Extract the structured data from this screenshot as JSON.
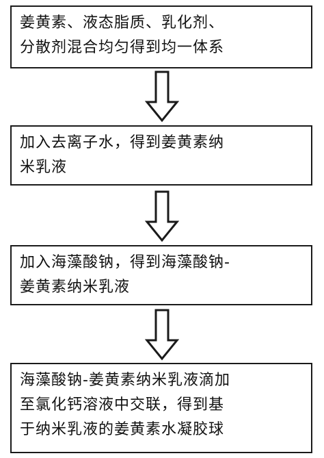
{
  "steps": [
    {
      "lines": [
        "姜黄素、液态脂质、乳化剂、",
        "分散剂混合均匀得到均一体系"
      ]
    },
    {
      "lines": [
        "加入去离子水，得到姜黄素纳",
        "米乳液"
      ]
    },
    {
      "lines": [
        "加入海藻酸钠，得到海藻酸钠-",
        "姜黄素纳米乳液"
      ]
    },
    {
      "lines": [
        "海藻酸钠-姜黄素纳米乳液滴加",
        "至氯化钙溶液中交联，得到基",
        "于纳米乳液的姜黄素水凝胶球"
      ]
    }
  ],
  "arrows": [
    "down-arrow-icon",
    "down-arrow-icon",
    "down-arrow-icon"
  ],
  "colors": {
    "border": "#1a1a1a",
    "text": "#111111",
    "background": "#ffffff"
  }
}
